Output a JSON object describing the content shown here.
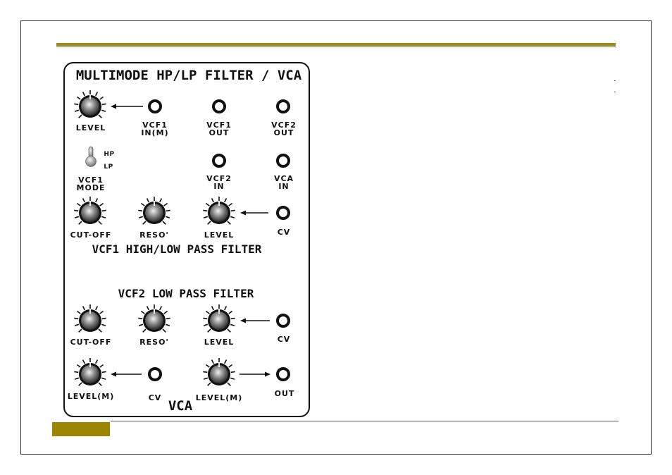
{
  "module": {
    "title": "MULTIMODE HP/LP FILTER / VCA",
    "vcf1_section_title": "VCF1 HIGH/LOW PASS FILTER",
    "vcf2_section_title": "VCF2 LOW PASS FILTER",
    "vca_section_title": "VCA"
  },
  "labels": {
    "level_top": "LEVEL",
    "vcf1_in": "VCF1\nIN(M)",
    "vcf1_out": "VCF1\nOUT",
    "vcf2_out": "VCF2\nOUT",
    "hp": "HP",
    "lp": "LP",
    "vcf1_mode": "VCF1\nMODE",
    "vcf2_in": "VCF2\nIN",
    "vca_in": "VCA\nIN",
    "vcf1_cutoff": "CUT-OFF",
    "vcf1_reso": "RESO'",
    "vcf1_level": "LEVEL",
    "vcf1_cv": "CV",
    "vcf2_cutoff": "CUT-OFF",
    "vcf2_reso": "RESO'",
    "vcf2_level": "LEVEL",
    "vcf2_cv": "CV",
    "vca_level_left": "LEVEL(M)",
    "vca_cv": "CV",
    "vca_level_right": "LEVEL(M)",
    "vca_out": "OUT"
  },
  "colors": {
    "accent_rule": "#9c8a1a",
    "page_tab": "#9c8400"
  }
}
